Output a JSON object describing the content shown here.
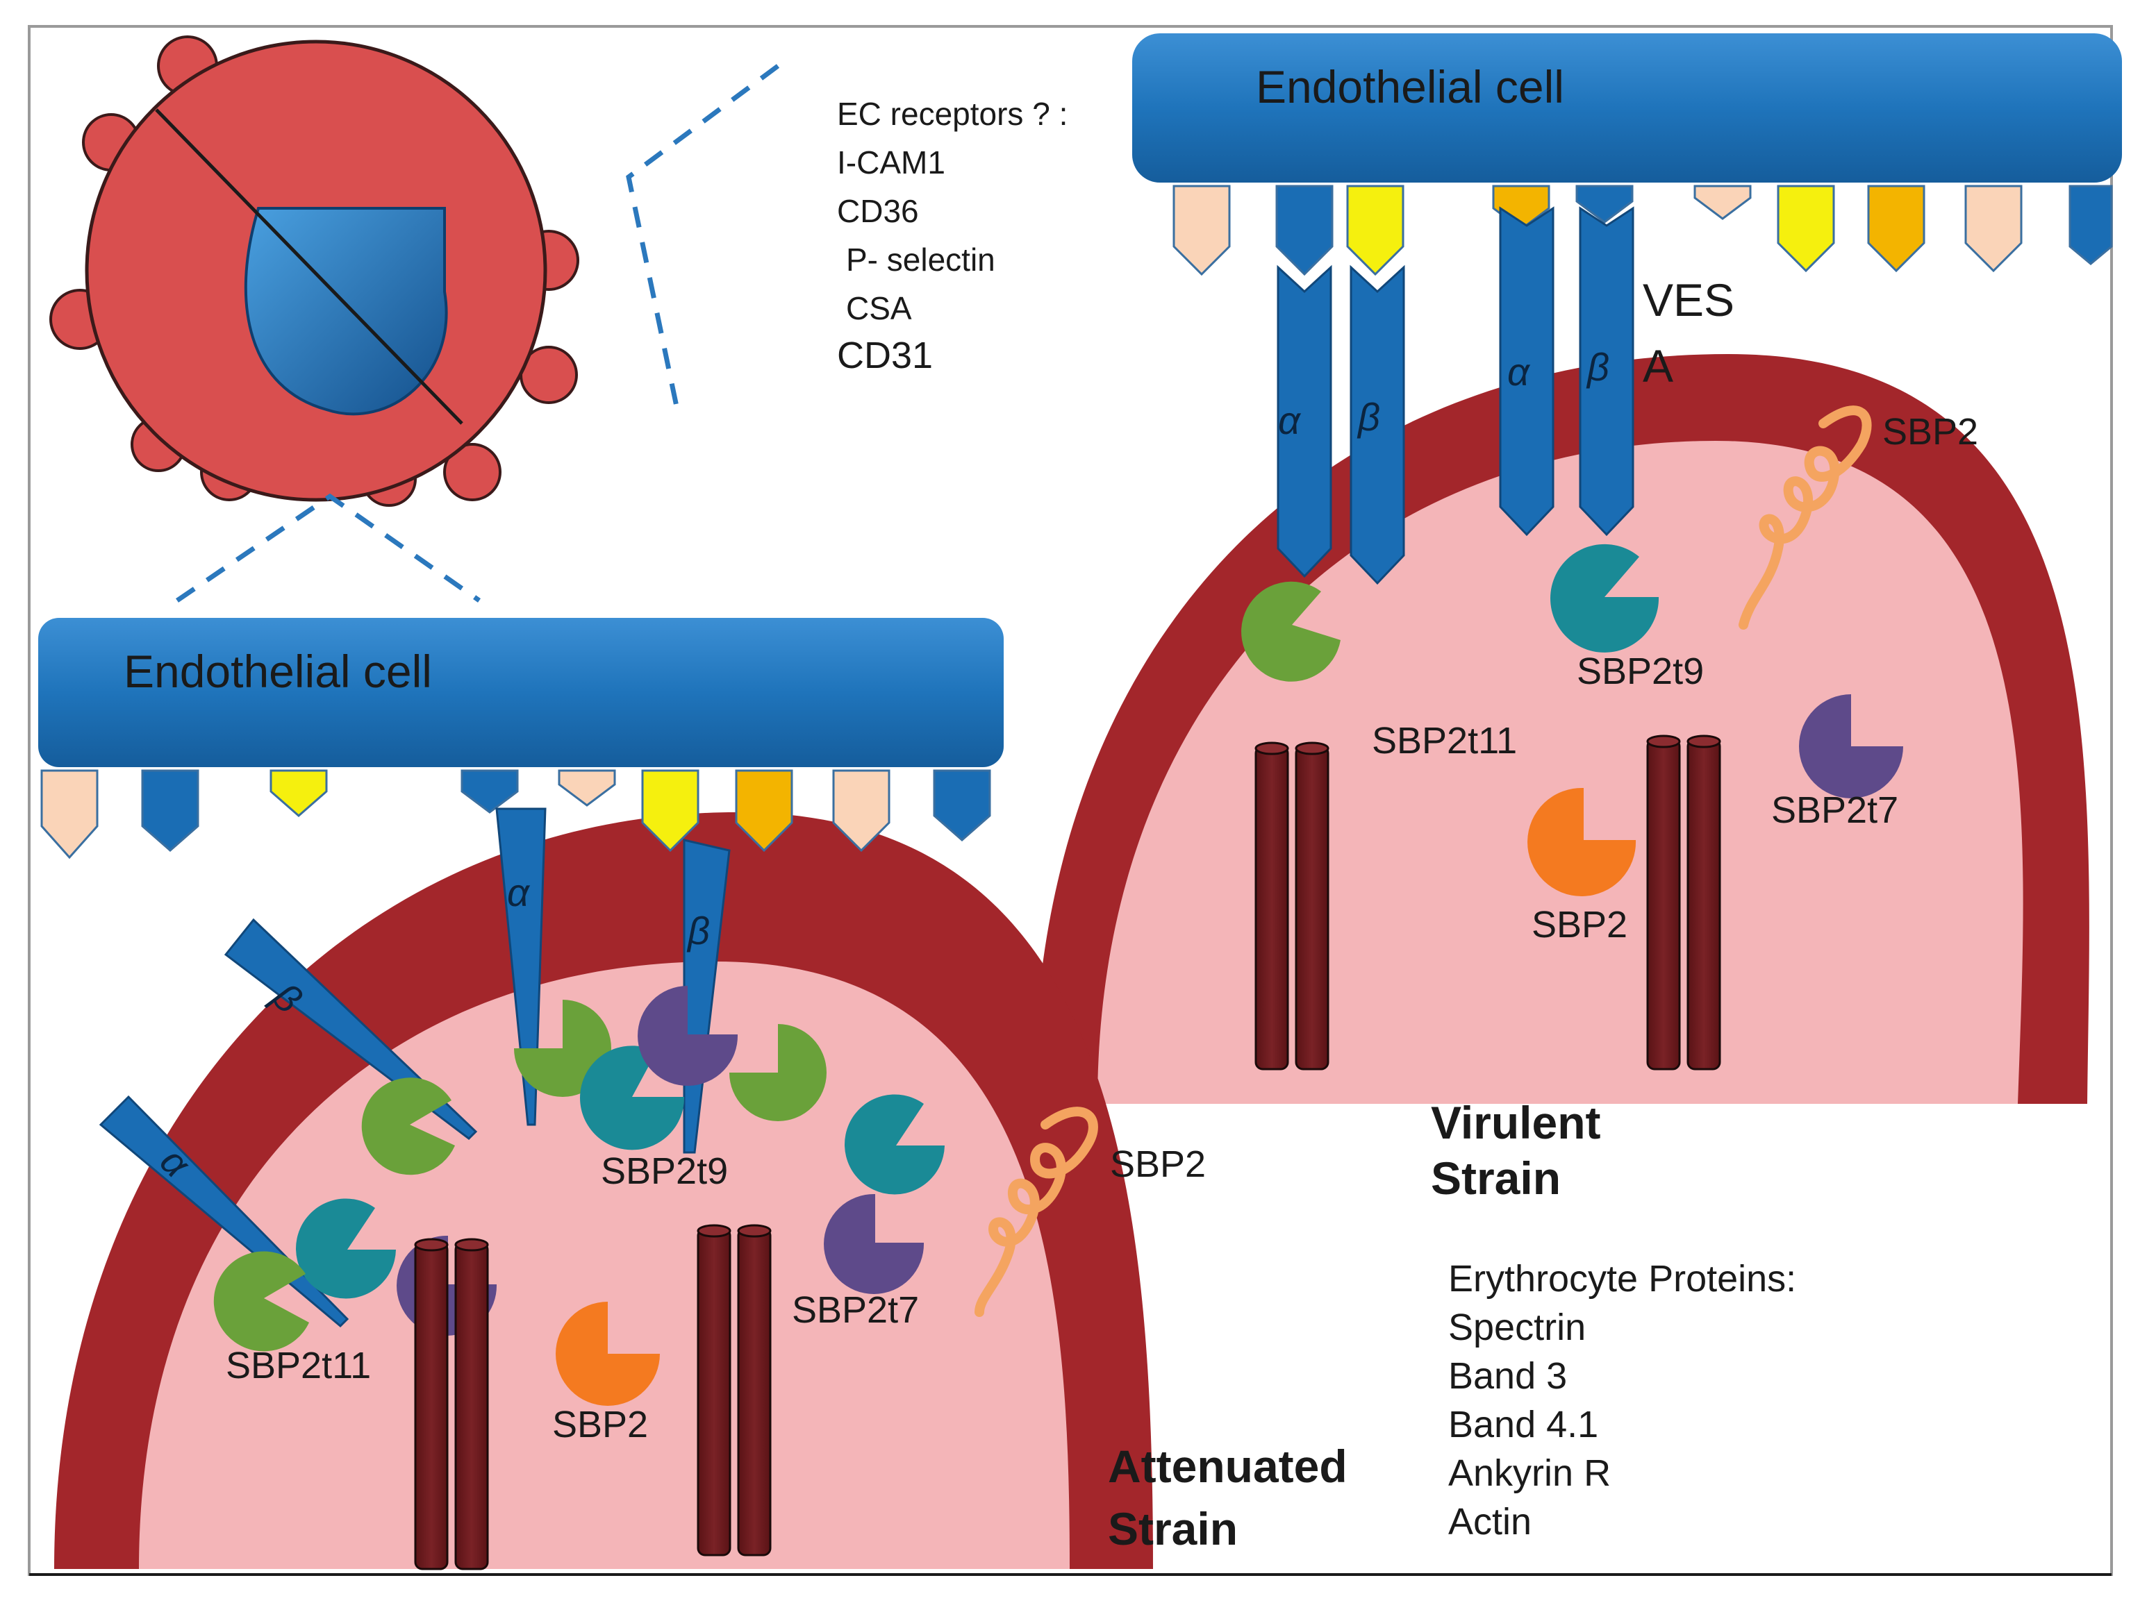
{
  "ec_receptors": {
    "heading": "EC receptors ? :",
    "items": [
      "I-CAM1",
      "CD36",
      "P- selectin",
      "CSA",
      "CD31"
    ]
  },
  "virulent_panel": {
    "endothelial_label": "Endothelial cell",
    "ves_label_1": "VES",
    "ves_label_2": "A",
    "alpha_label": "α",
    "beta_label": "β",
    "sbp2_label": "SBP2",
    "sbp2t11_label": "SBP2t11",
    "sbp2t9_label": "SBP2t9",
    "sbp2t7_label": "SBP2t7",
    "sbp2_inner_label": "SBP2",
    "strain_line1": "Virulent",
    "strain_line2": "Strain"
  },
  "attenuated_panel": {
    "endothelial_label": "Endothelial cell",
    "alpha_label": "α",
    "beta_label": "β",
    "sbp2_label": "SBP2",
    "sbp2t9_label": "SBP2t9",
    "sbp2t7_label": "SBP2t7",
    "sbp2t11_label": "SBP2t11",
    "sbp2_inner_label": "SBP2",
    "strain_line1": "Attenuated",
    "strain_line2": "Strain"
  },
  "erythrocyte_proteins": {
    "heading": "Erythrocyte Proteins:",
    "items": [
      "Spectrin",
      "Band 3",
      "Band 4.1",
      "Ankyrin R",
      "Actin"
    ]
  },
  "colors": {
    "rbc_red": "#d94f4f",
    "membrane_dark": "#a3262b",
    "cytoplasm_pink": "#f4b5b8",
    "endothelial_blue": "#1f74bb",
    "integrin_blue": "#1a6db4",
    "green": "#6aa13a",
    "teal": "#1a8a96",
    "purple": "#5e4a8a",
    "orange": "#f47a20",
    "yellow": "#f5f00e",
    "gold": "#f3b400",
    "peach": "#fad4b8",
    "filament": "#6b1a1d"
  }
}
